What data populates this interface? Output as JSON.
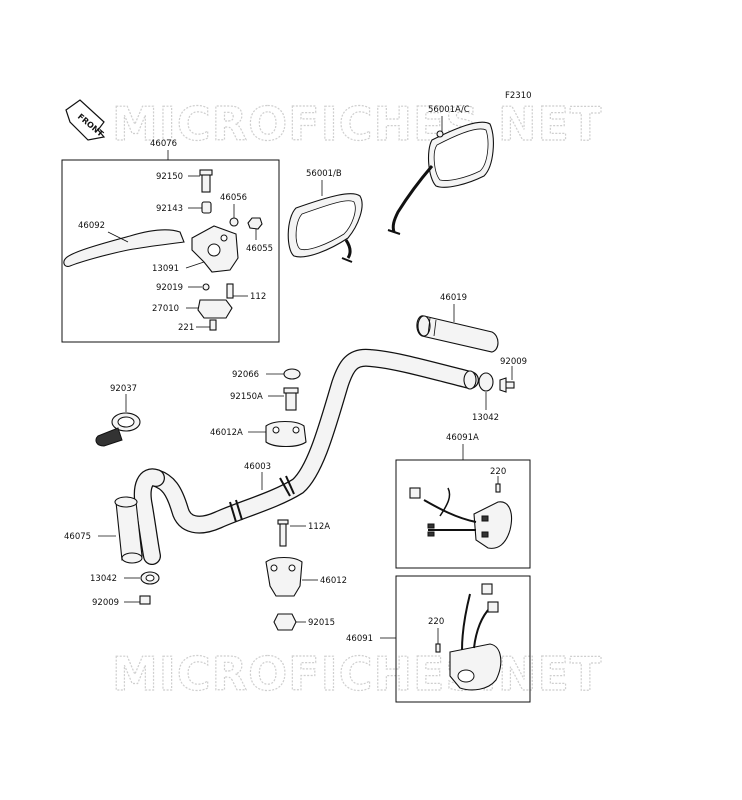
{
  "diagram": {
    "code": "F2310",
    "watermark": "MICROFICHES.NET",
    "front_label": "FRONT",
    "labels": {
      "p46076": "46076",
      "p92150": "92150",
      "p92143": "92143",
      "p46056": "46056",
      "p46092": "46092",
      "p46055": "46055",
      "p13091": "13091",
      "p92019": "92019",
      "p112": "112",
      "p27010": "27010",
      "p221": "221",
      "p56001b": "56001/B",
      "p56001ac": "56001A/C",
      "p46019": "46019",
      "p92009a": "92009",
      "p13042a": "13042",
      "p92066": "92066",
      "p92150a": "92150A",
      "p46012a": "46012A",
      "p92037": "92037",
      "p46003": "46003",
      "p46091a": "46091A",
      "p220a": "220",
      "p46075": "46075",
      "p112a": "112A",
      "p46012": "46012",
      "p13042b": "13042",
      "p92009b": "92009",
      "p92015": "92015",
      "p46091": "46091",
      "p220b": "220"
    }
  }
}
